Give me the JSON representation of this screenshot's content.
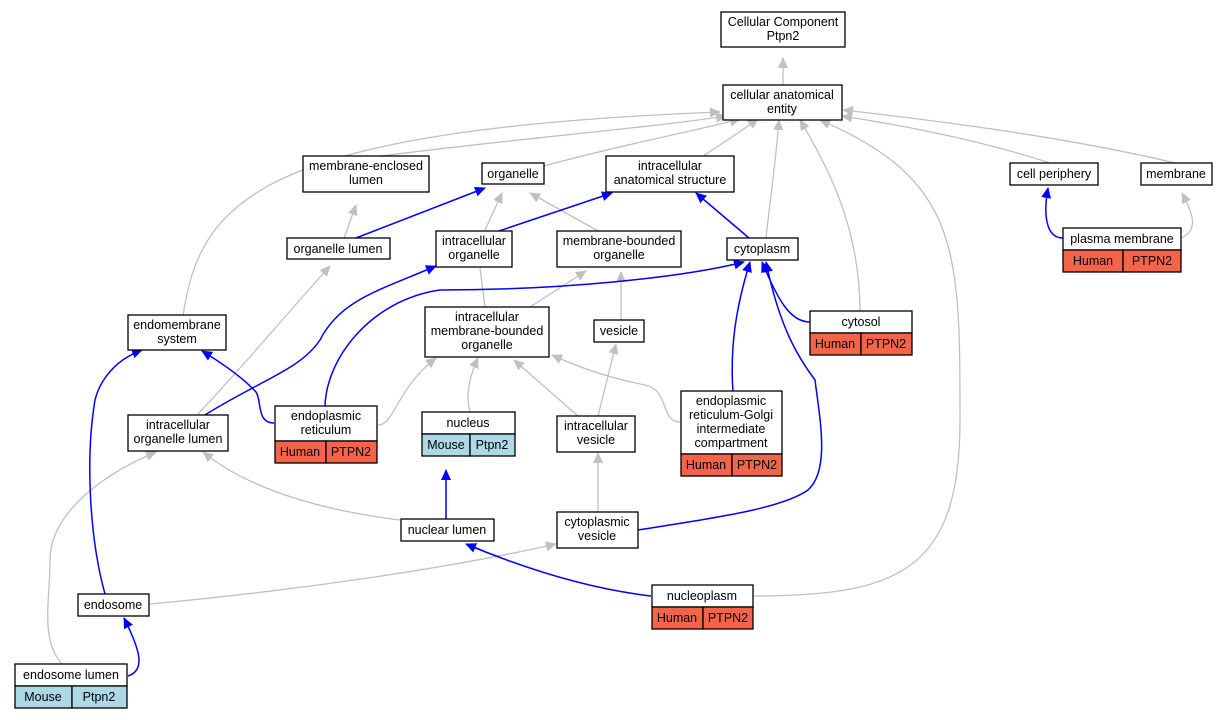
{
  "diagram": {
    "colors": {
      "human": "#f4644a",
      "mouse": "#add8e6",
      "edge_is_a": "#c0c0c0",
      "edge_part_of": "#0000ff"
    },
    "nodes": {
      "cellular_component": {
        "lines": [
          "Cellular Component",
          "Ptpn2"
        ]
      },
      "cellular_anatomical_entity": {
        "lines": [
          "cellular anatomical",
          "entity"
        ]
      },
      "membrane_enclosed_lumen": {
        "lines": [
          "membrane-enclosed",
          "lumen"
        ]
      },
      "organelle": {
        "lines": [
          "organelle"
        ]
      },
      "intracellular_anatomical_structure": {
        "lines": [
          "intracellular",
          "anatomical structure"
        ]
      },
      "cell_periphery": {
        "lines": [
          "cell periphery"
        ]
      },
      "membrane": {
        "lines": [
          "membrane"
        ]
      },
      "organelle_lumen": {
        "lines": [
          "organelle lumen"
        ]
      },
      "intracellular_organelle": {
        "lines": [
          "intracellular",
          "organelle"
        ]
      },
      "membrane_bounded_organelle": {
        "lines": [
          "membrane-bounded",
          "organelle"
        ]
      },
      "cytoplasm": {
        "lines": [
          "cytoplasm"
        ]
      },
      "plasma_membrane": {
        "lines": [
          "plasma membrane"
        ],
        "species": "Human",
        "gene": "PTPN2"
      },
      "endomembrane_system": {
        "lines": [
          "endomembrane",
          "system"
        ]
      },
      "intracellular_membrane_bounded_organelle": {
        "lines": [
          "intracellular",
          "membrane-bounded",
          "organelle"
        ]
      },
      "vesicle": {
        "lines": [
          "vesicle"
        ]
      },
      "cytosol": {
        "lines": [
          "cytosol"
        ],
        "species": "Human",
        "gene": "PTPN2"
      },
      "intracellular_organelle_lumen": {
        "lines": [
          "intracellular",
          "organelle lumen"
        ]
      },
      "endoplasmic_reticulum": {
        "lines": [
          "endoplasmic",
          "reticulum"
        ],
        "species": "Human",
        "gene": "PTPN2"
      },
      "nucleus": {
        "lines": [
          "nucleus"
        ],
        "species": "Mouse",
        "gene": "Ptpn2"
      },
      "intracellular_vesicle": {
        "lines": [
          "intracellular",
          "vesicle"
        ]
      },
      "er_golgi_intermediate": {
        "lines": [
          "endoplasmic",
          "reticulum-Golgi",
          "intermediate",
          "compartment"
        ],
        "species": "Human",
        "gene": "PTPN2"
      },
      "nuclear_lumen": {
        "lines": [
          "nuclear lumen"
        ]
      },
      "cytoplasmic_vesicle": {
        "lines": [
          "cytoplasmic",
          "vesicle"
        ]
      },
      "endosome": {
        "lines": [
          "endosome"
        ]
      },
      "nucleoplasm": {
        "lines": [
          "nucleoplasm"
        ],
        "species": "Human",
        "gene": "PTPN2"
      },
      "endosome_lumen": {
        "lines": [
          "endosome lumen"
        ],
        "species": "Mouse",
        "gene": "Ptpn2"
      }
    }
  }
}
